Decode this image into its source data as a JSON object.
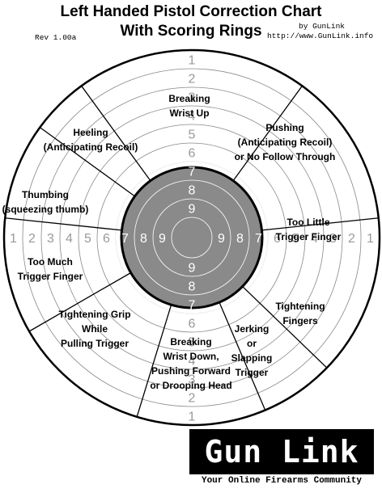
{
  "header": {
    "title_line1": "Left Handed Pistol Correction Chart",
    "title_line2": "With Scoring Rings",
    "revision": "Rev 1.00a",
    "byline": "by GunLink",
    "url": "http://www.GunLink.info"
  },
  "target": {
    "ring_scores_top": [
      "1",
      "2",
      "3",
      "4",
      "5",
      "6",
      "7",
      "8",
      "9"
    ],
    "ring_scores_left": [
      "1",
      "2",
      "3",
      "4",
      "5",
      "6",
      "7",
      "8",
      "9"
    ],
    "ring_scores_right": [
      "9",
      "8",
      "7",
      "6",
      "5",
      "4",
      "3",
      "2",
      "1"
    ],
    "ring_scores_bottom": [
      "9",
      "8",
      "7",
      "6",
      "5",
      "4",
      "3",
      "2",
      "1"
    ],
    "black_fill": "#8a8a8a",
    "segments": [
      {
        "id": "breaking-wrist-up",
        "lines": [
          "Breaking",
          "Wrist Up"
        ]
      },
      {
        "id": "pushing",
        "lines": [
          "Pushing",
          "(Anticipating Recoil)",
          "or No Follow Through"
        ]
      },
      {
        "id": "too-little-trigger-finger",
        "lines": [
          "Too Little",
          "Trigger Finger"
        ]
      },
      {
        "id": "tightening-fingers",
        "lines": [
          "Tightening",
          "Fingers"
        ]
      },
      {
        "id": "jerking",
        "lines": [
          "Jerking",
          "or",
          "Slapping",
          "Trigger"
        ]
      },
      {
        "id": "breaking-wrist-down",
        "lines": [
          "Breaking",
          "Wrist Down,",
          "Pushing Forward",
          "or Drooping Head"
        ]
      },
      {
        "id": "tightening-grip",
        "lines": [
          "Tightening Grip",
          "While",
          "Pulling Trigger"
        ]
      },
      {
        "id": "too-much-trigger-finger",
        "lines": [
          "Too Much",
          "Trigger Finger"
        ]
      },
      {
        "id": "thumbing",
        "lines": [
          "Thumbing",
          "(squeezing thumb)"
        ]
      },
      {
        "id": "heeling",
        "lines": [
          "Heeling",
          "(Anticipating Recoil)"
        ]
      }
    ]
  },
  "logo": {
    "name": "Gun Link",
    "tagline": "Your Online Firearms Community"
  }
}
